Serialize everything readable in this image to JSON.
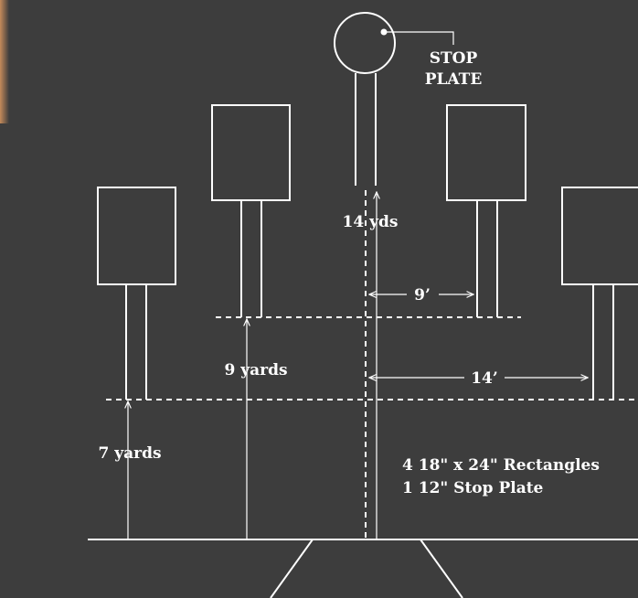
{
  "labels": {
    "stop_plate_line1": "STOP",
    "stop_plate_line2": "PLATE",
    "distance_center": "14 yds",
    "offset_near": "9’",
    "offset_far": "14’",
    "distance_mid": "9 yards",
    "distance_near": "7 yards",
    "targets_line1": "4 18\" x 24\" Rectangles",
    "targets_line2": "1 12\" Stop Plate"
  },
  "colors": {
    "background": "#3d3d3d",
    "line": "#ffffff",
    "edge_glow": "#b8855a"
  }
}
